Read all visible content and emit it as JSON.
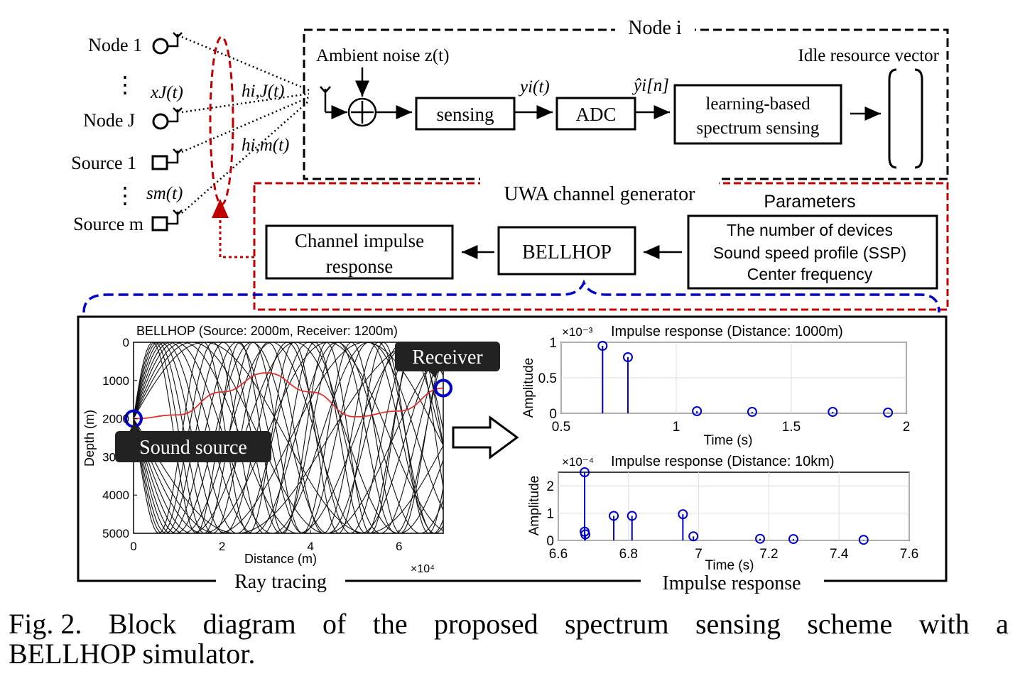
{
  "nodes": {
    "node1": "Node 1",
    "nodeJ": "Node J",
    "source1": "Source 1",
    "sourceM": "Source m",
    "xJ": "xJ(t)",
    "hiJ": "hi,J(t)",
    "him": "hi,m(t)",
    "sm": "sm(t)"
  },
  "node_i": {
    "title": "Node i",
    "ambient_noise": "Ambient noise z(t)",
    "sensing": "sensing",
    "yi": "yi(t)",
    "adc": "ADC",
    "yhat": "ŷi[n]",
    "learning_line1": "learning-based",
    "learning_line2": "spectrum sensing",
    "idle_vector": "Idle resource vector"
  },
  "uwa": {
    "title": "UWA channel generator",
    "parameters_title": "Parameters",
    "params": [
      "The number of devices",
      "Sound speed profile (SSP)",
      "Center frequency"
    ],
    "bellhop": "BELLHOP",
    "cir_line1": "Channel impulse",
    "cir_line2": "response"
  },
  "bottom": {
    "ray_tracing_label": "Ray tracing",
    "impulse_response_label": "Impulse response",
    "receiver_tag": "Receiver",
    "source_tag": "Sound source"
  },
  "chart_data": [
    {
      "type": "line",
      "title": "BELLHOP (Source: 2000m, Receiver: 1200m)",
      "xlabel": "Distance (m)",
      "ylabel": "Depth (m)",
      "x_ticks": [
        "0",
        "2",
        "4",
        "6"
      ],
      "x_multiplier": "×10⁴",
      "y_ticks": [
        "0",
        "1000",
        "2000",
        "3000",
        "4000",
        "5000"
      ],
      "xlim": [
        0,
        70000
      ],
      "ylim": [
        0,
        5000
      ],
      "source": {
        "x": 0,
        "y": 2000
      },
      "receiver": {
        "x": 70000,
        "y": 1200
      },
      "eigenray": [
        [
          0,
          2000
        ],
        [
          10000,
          1900
        ],
        [
          20000,
          1300
        ],
        [
          30000,
          800
        ],
        [
          40000,
          1300
        ],
        [
          50000,
          1950
        ],
        [
          60000,
          1800
        ],
        [
          70000,
          1200
        ]
      ]
    },
    {
      "type": "stem",
      "title": "Impulse response (Distance: 1000m)",
      "xlabel": "Time (s)",
      "ylabel": "Amplitude",
      "exponent": "×10⁻³",
      "x_ticks": [
        "0.5",
        "1",
        "1.5",
        "2"
      ],
      "y_ticks": [
        "0",
        "0.5",
        "1"
      ],
      "xlim": [
        0.5,
        2
      ],
      "ylim": [
        0,
        1
      ],
      "x": [
        0.68,
        0.79,
        1.09,
        1.33,
        1.68,
        1.92
      ],
      "y": [
        0.95,
        0.79,
        0.03,
        0.02,
        0.02,
        0.01
      ]
    },
    {
      "type": "stem",
      "title": "Impulse response (Distance: 10km)",
      "xlabel": "Time (s)",
      "ylabel": "Amplitude",
      "exponent": "×10⁻⁴",
      "x_ticks": [
        "6.6",
        "6.8",
        "7",
        "7.2",
        "7.4",
        "7.6"
      ],
      "y_ticks": [
        "0",
        "1",
        "2"
      ],
      "xlim": [
        6.6,
        7.6
      ],
      "ylim": [
        0,
        2.5
      ],
      "x": [
        6.675,
        6.675,
        6.677,
        6.758,
        6.81,
        6.955,
        6.985,
        7.175,
        7.27,
        7.47
      ],
      "y": [
        2.5,
        0.32,
        0.22,
        0.9,
        0.9,
        0.96,
        0.15,
        0.06,
        0.05,
        0.02
      ]
    }
  ],
  "caption": {
    "words": [
      "Fig. 2.",
      "Block",
      "diagram",
      "of",
      "the",
      "proposed",
      "spectrum",
      "sensing",
      "scheme",
      "with",
      "a"
    ],
    "line2": "BELLHOP simulator."
  },
  "colors": {
    "node_box": "#000000",
    "uwa_box": "#c00000",
    "bottom_brace": "#0000cc",
    "eigenray": "#e03030",
    "stem": "#0000cc",
    "tag_bg": "#222222"
  }
}
